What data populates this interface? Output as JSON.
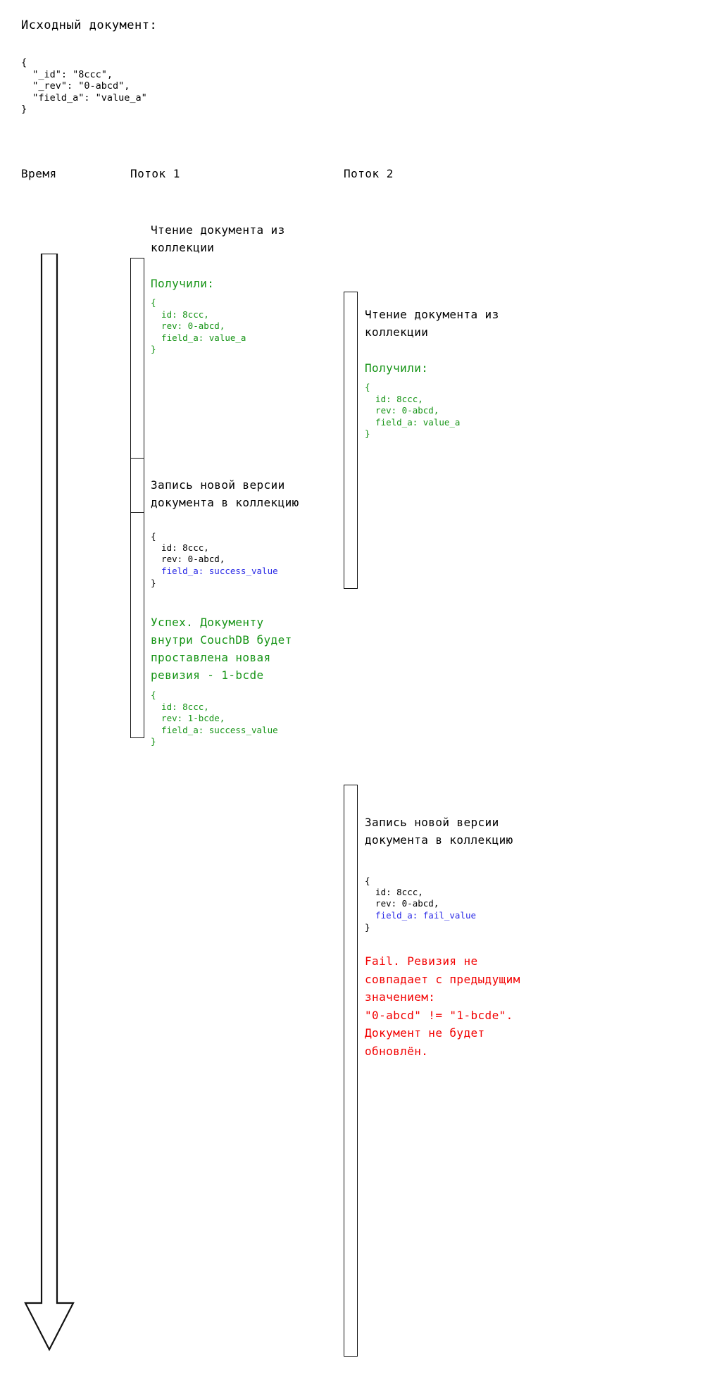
{
  "source": {
    "title": "Исходный документ:",
    "json": "{\n  \"_id\": \"8ccc\",\n  \"_rev\": \"0-abcd\",\n  \"field_a\": \"value_a\"\n}"
  },
  "headers": {
    "time": "Время",
    "lane1": "Поток 1",
    "lane2": "Поток 2"
  },
  "colors": {
    "success": "#169416",
    "fail": "#f20000",
    "changed_field": "#2a2ae6",
    "text": "#000000",
    "stroke": "#111111"
  },
  "lane1": {
    "block1": {
      "heading": "Чтение документа из\nколлекции",
      "result_label": "Получили:",
      "result_json": "{\n  id: 8ccc,\n  rev: 0-abcd,\n  field_a: value_a\n}"
    },
    "block2": {
      "heading": "Запись новой версии\nдокумента в коллекцию",
      "payload_line1": "{",
      "payload_line2": "  id: 8ccc,",
      "payload_line3": "  rev: 0-abcd,",
      "payload_line4": "  field_a: success_value",
      "payload_line5": "}",
      "outcome": "Успех. Документу\nвнутри CouchDB будет\nпроставлена новая\nревизия - 1-bcde",
      "outcome_json": "{\n  id: 8ccc,\n  rev: 1-bcde,\n  field_a: success_value\n}"
    }
  },
  "lane2": {
    "block1": {
      "heading": "Чтение документа из\nколлекции",
      "result_label": "Получили:",
      "result_json": "{\n  id: 8ccc,\n  rev: 0-abcd,\n  field_a: value_a\n}"
    },
    "block2": {
      "heading": "Запись новой версии\nдокумента в коллекцию",
      "payload_line1": "{",
      "payload_line2": "  id: 8ccc,",
      "payload_line3": "  rev: 0-abcd,",
      "payload_line4": "  field_a: fail_value",
      "payload_line5": "}",
      "outcome": "Fail. Ревизия не\nсовпадает с предыдущим\nзначением:\n\"0-abcd\" != \"1-bcde\".\nДокумент не будет\nобновлён."
    }
  }
}
